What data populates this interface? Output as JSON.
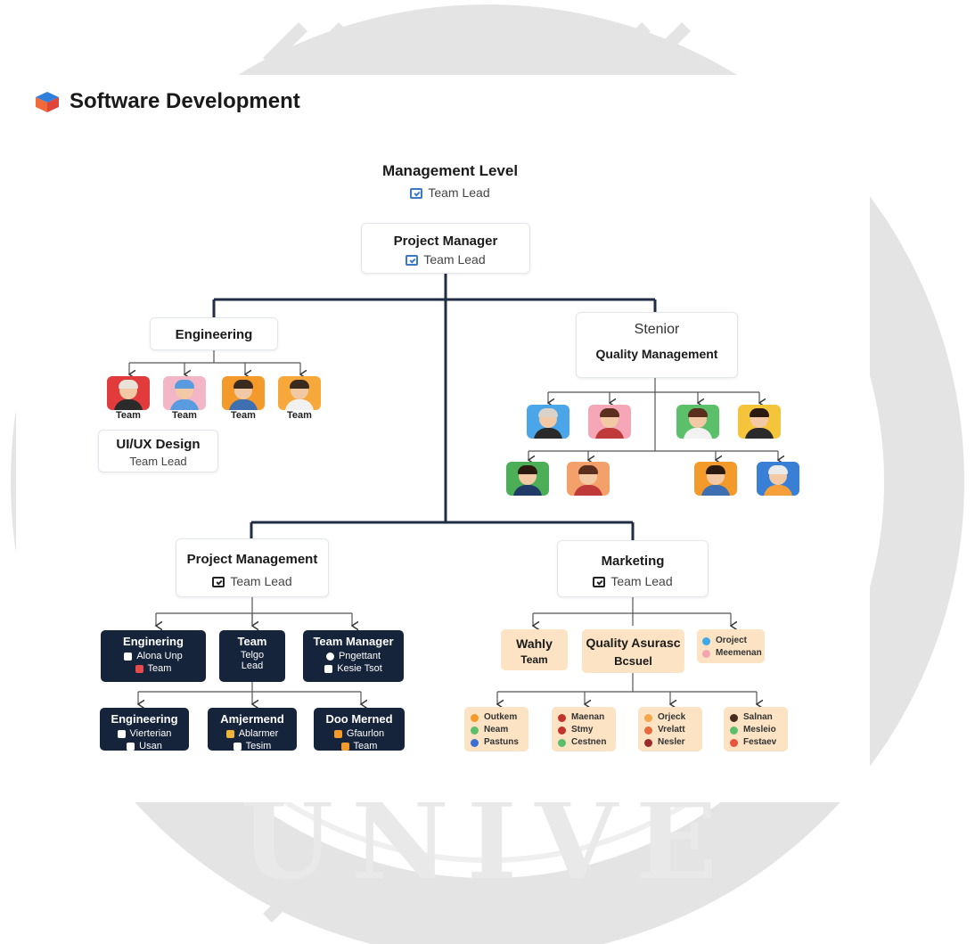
{
  "title": "Software Development",
  "colors": {
    "navy": "#15233b",
    "peach": "#fbe3c4",
    "line": "#1f2d45",
    "accent": "#3a78c9"
  },
  "management_level": {
    "title": "Management Level",
    "role": "Team Lead"
  },
  "project_manager": {
    "title": "Project Manager",
    "role": "Team Lead"
  },
  "engineering": {
    "title": "Engineering",
    "teams": [
      {
        "label": "Team",
        "bg": "#e23b3b",
        "shirt": "#2b2b2b",
        "hair": "#e9e2d8"
      },
      {
        "label": "Team",
        "bg": "#f3b6c6",
        "shirt": "#5a9be0",
        "hair": "#5a9be0"
      },
      {
        "label": "Team",
        "bg": "#f39a2b",
        "shirt": "#3e6fb0",
        "hair": "#3b2a1e"
      },
      {
        "label": "Team",
        "bg": "#f6a93a",
        "shirt": "#f1f1f1",
        "hair": "#3b2a1e"
      }
    ]
  },
  "uiux": {
    "title": "UI/UX Design",
    "role": "Team Lead"
  },
  "quality": {
    "line1": "Stenior",
    "line2": "Quality Management",
    "avatars": [
      {
        "bg": "#4aa6e8",
        "shirt": "#2a2a2a",
        "hair": "#d9d2c8"
      },
      {
        "bg": "#f5a7b8",
        "shirt": "#c03a3a",
        "hair": "#5a2f1e"
      },
      {
        "bg": "#5cbf6a",
        "shirt": "#f2f2f2",
        "hair": "#5a2f1e"
      },
      {
        "bg": "#f4c43a",
        "shirt": "#2b2b2b",
        "hair": "#2b1a10"
      },
      {
        "bg": "#4caf57",
        "shirt": "#1f3b66",
        "hair": "#2b1a10"
      },
      {
        "bg": "#f3a06a",
        "shirt": "#c03a3a",
        "hair": "#5a2f1e"
      },
      {
        "bg": "#f39a2b",
        "shirt": "#3e6fb0",
        "hair": "#2b1a10"
      },
      {
        "bg": "#3a7fd6",
        "shirt": "#f5a03a",
        "hair": "#eaeaea"
      }
    ]
  },
  "project_management": {
    "title": "Project Management",
    "role": "Team Lead",
    "row1": [
      {
        "title": "Enginering",
        "items": [
          {
            "icon": "check-icon",
            "color": "#ffffff",
            "text": "Alona Unp"
          },
          {
            "icon": "flag-icon",
            "color": "#e84b4b",
            "text": "Team"
          }
        ]
      },
      {
        "title": "Team",
        "lines": [
          "Telgo",
          "Lead"
        ]
      },
      {
        "title": "Team Manager",
        "items": [
          {
            "icon": "gear-icon",
            "color": "#ffffff",
            "text": "Pngettant"
          },
          {
            "icon": "image-icon",
            "color": "#ffffff",
            "text": "Kesie Tsot"
          }
        ]
      }
    ],
    "row2": [
      {
        "title": "Engineering",
        "items": [
          {
            "icon": "check-icon",
            "color": "#ffffff",
            "text": "Vierterian"
          },
          {
            "icon": "grid-icon",
            "color": "#ffffff",
            "text": "Usan"
          }
        ]
      },
      {
        "title": "Amjermend",
        "items": [
          {
            "icon": "note-icon",
            "color": "#f0b43a",
            "text": "Ablarmer"
          },
          {
            "icon": "check-icon",
            "color": "#ffffff",
            "text": "Tesim"
          }
        ]
      },
      {
        "title": "Doo Merned",
        "items": [
          {
            "icon": "bag-icon",
            "color": "#f39a2b",
            "text": "Gfaurlon"
          },
          {
            "icon": "mail-icon",
            "color": "#f39a2b",
            "text": "Team"
          }
        ]
      }
    ]
  },
  "marketing": {
    "title": "Marketing",
    "role": "Team Lead",
    "wahly": {
      "line1": "Wahly",
      "line2": "Team"
    },
    "qa": {
      "line1": "Quality Asurasc",
      "line2": "Bcsuel"
    },
    "small": [
      {
        "color": "#3fa6e8",
        "text": "Oroject"
      },
      {
        "color": "#f3a6b0",
        "text": "Meemenan"
      }
    ],
    "cards": [
      [
        {
          "color": "#f39a2b",
          "text": "Outkem"
        },
        {
          "color": "#5cbf6a",
          "text": "Neam"
        },
        {
          "color": "#3a6fd6",
          "text": "Pastuns"
        }
      ],
      [
        {
          "color": "#c0342c",
          "text": "Maenan"
        },
        {
          "color": "#c0342c",
          "text": "Stmy"
        },
        {
          "color": "#5cbf6a",
          "text": "Cestnen"
        }
      ],
      [
        {
          "color": "#f3a64a",
          "text": "Orjeck"
        },
        {
          "color": "#e86a3a",
          "text": "Vrelatt"
        },
        {
          "color": "#9c2a2a",
          "text": "Nesler"
        }
      ],
      [
        {
          "color": "#4a2a1e",
          "text": "Salnan"
        },
        {
          "color": "#5cbf6a",
          "text": "Mesleio"
        },
        {
          "color": "#e8553a",
          "text": "Festaev"
        }
      ]
    ]
  }
}
